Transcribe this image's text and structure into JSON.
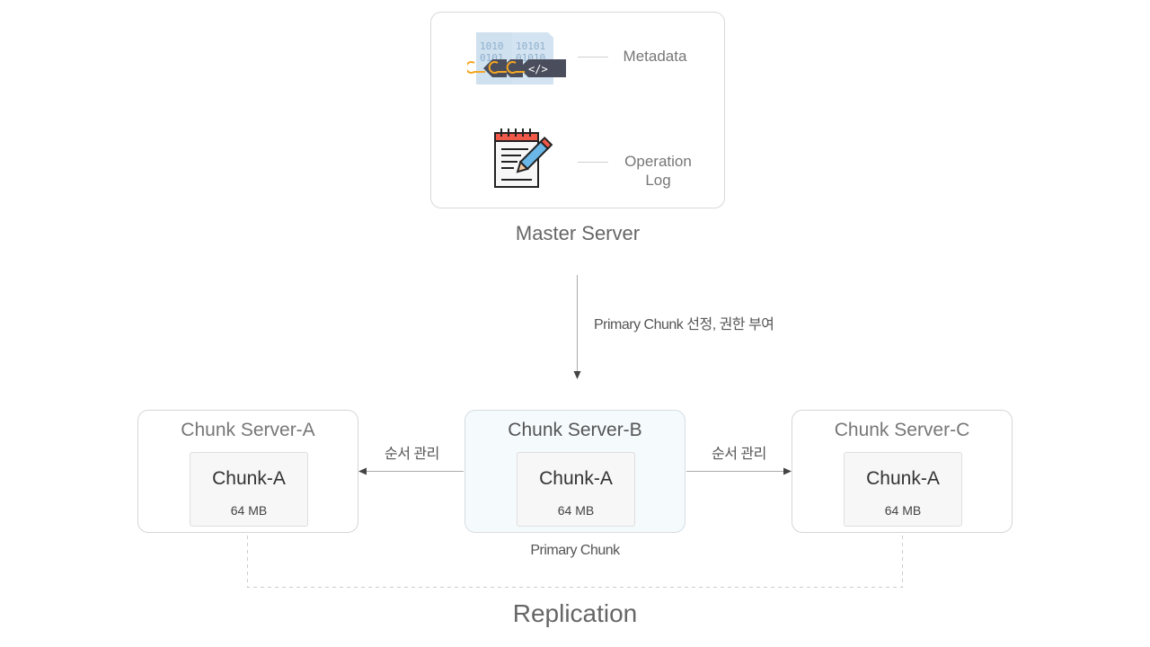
{
  "master": {
    "title": "Master Server",
    "items": [
      {
        "label": "Metadata",
        "icon": "metadata-files-icon"
      },
      {
        "label_line1": "Operation",
        "label_line2": "Log",
        "icon": "notepad-pencil-icon"
      }
    ]
  },
  "master_arrow_label": "Primary Chunk 선정, 권한 부여",
  "servers": [
    {
      "title": "Chunk Server-A",
      "chunk": "Chunk-A",
      "size": "64 MB",
      "primary": false
    },
    {
      "title": "Chunk Server-B",
      "chunk": "Chunk-A",
      "size": "64 MB",
      "primary": true
    },
    {
      "title": "Chunk Server-C",
      "chunk": "Chunk-A",
      "size": "64 MB",
      "primary": false
    }
  ],
  "left_arrow_label": "순서 관리",
  "right_arrow_label": "순서 관리",
  "primary_label": "Primary Chunk",
  "replication_label": "Replication",
  "colors": {
    "primary_bg": "#f5fafd",
    "icon_dark": "#4a4e5c",
    "icon_orange": "#f5a623",
    "icon_red": "#f0584a",
    "icon_blue": "#6ab7e8",
    "file_blue": "#cfe0ef"
  }
}
